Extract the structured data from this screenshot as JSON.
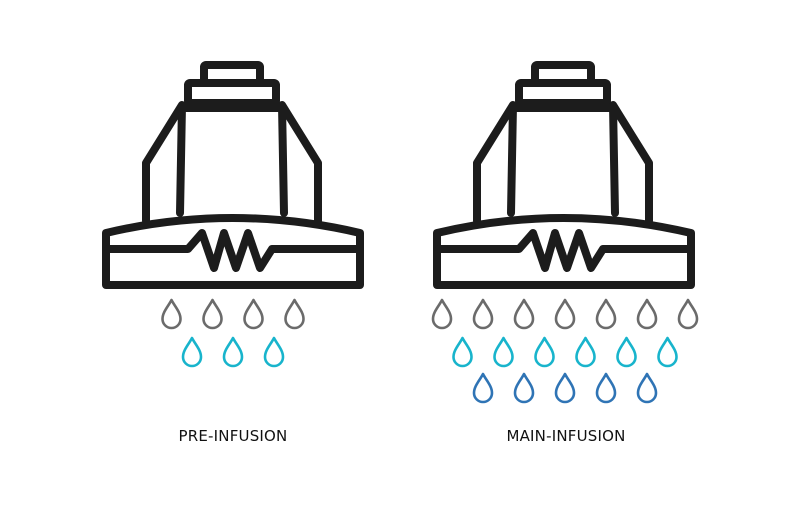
{
  "panels": [
    {
      "id": "pre",
      "label": "PRE-INFUSION",
      "drop_rows": [
        {
          "count": 4,
          "color": "#6b6b6b"
        },
        {
          "count": 3,
          "color": "#18b4cc"
        }
      ]
    },
    {
      "id": "main",
      "label": "MAIN-INFUSION",
      "drop_rows": [
        {
          "count": 7,
          "color": "#6b6b6b"
        },
        {
          "count": 6,
          "color": "#18b4cc"
        },
        {
          "count": 5,
          "color": "#2f74b5"
        }
      ]
    }
  ],
  "colors": {
    "outline": "#1c1c1c",
    "background": "#ffffff"
  },
  "icons": [
    "brew-group-icon",
    "heating-element-icon",
    "water-drop-icon"
  ]
}
